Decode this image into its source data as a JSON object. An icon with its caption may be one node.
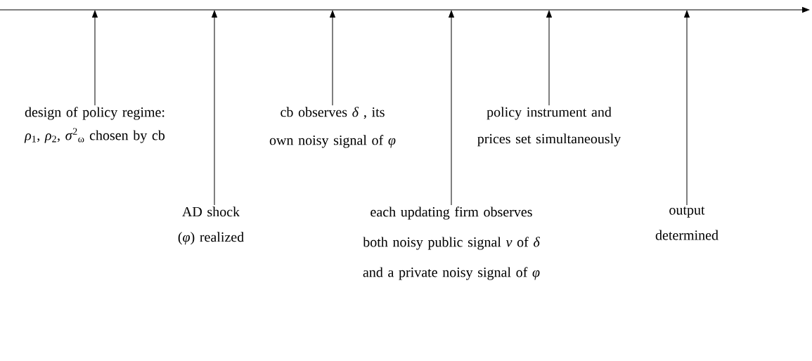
{
  "diagram": {
    "nodes": [
      {
        "text": [
          "design of policy regime: *ρ*$_{1}$, *ρ*$_{2}$, *σ*$^{2}$$_{ω}$ chosen by cb"
        ]
      },
      {
        "text": [
          "AD shock (*φ*) realized"
        ]
      },
      {
        "text": [
          "cb observes *δ* , its own noisy signal of *φ*"
        ]
      },
      {
        "text": [
          "each updating firm observes both noisy public signal *ν* of *δ* and a private noisy signal of *φ*"
        ]
      },
      {
        "text": [
          "policy instrument and prices set simultaneously"
        ]
      },
      {
        "text": [
          "output determined"
        ]
      }
    ],
    "edges": [
      {
        "from": 0,
        "to": null,
        "arrow": "to"
      },
      {
        "from": 1,
        "to": null,
        "arrow": "to"
      },
      {
        "from": 2,
        "to": null,
        "arrow": "to"
      },
      {
        "from": 3,
        "to": null,
        "arrow": "to"
      },
      {
        "from": 4,
        "to": null,
        "arrow": "to"
      },
      {
        "from": 5,
        "to": null,
        "arrow": "to"
      }
    ]
  }
}
